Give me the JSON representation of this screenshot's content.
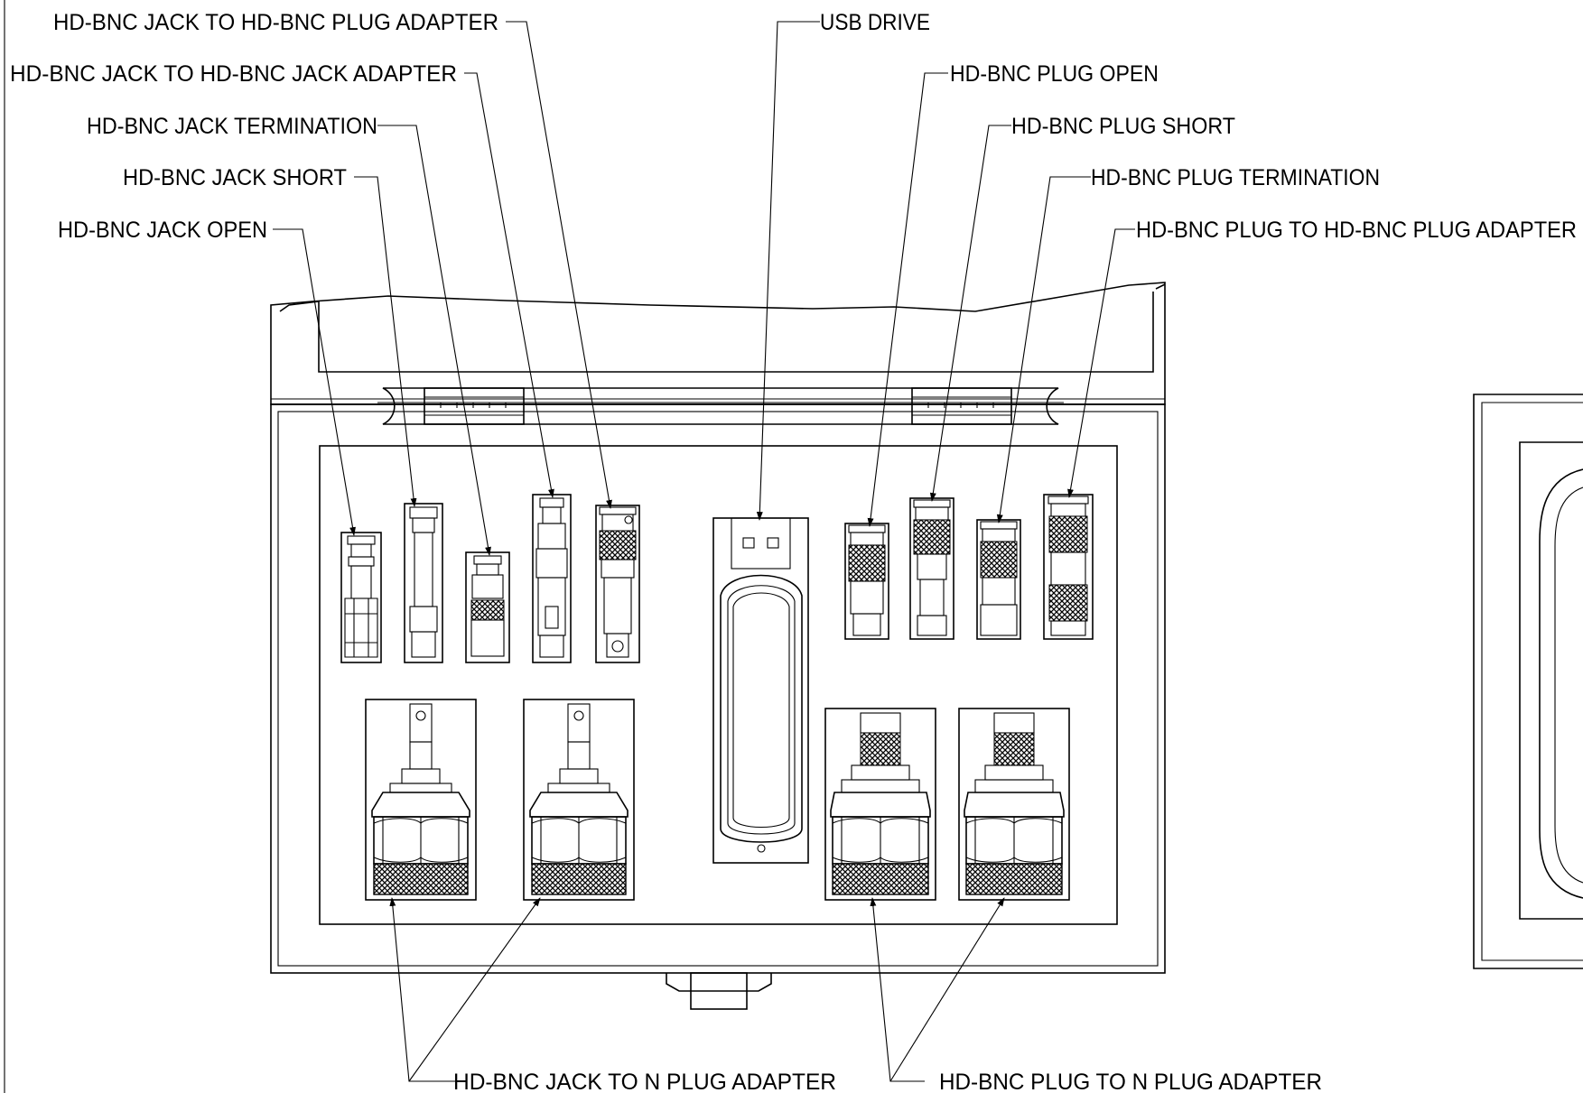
{
  "labels": {
    "jack_to_plug_adapter": "HD-BNC JACK TO HD-BNC PLUG ADAPTER",
    "jack_to_jack_adapter": "HD-BNC JACK TO HD-BNC JACK ADAPTER",
    "jack_termination": "HD-BNC JACK TERMINATION",
    "jack_short": "HD-BNC JACK SHORT",
    "jack_open": "HD-BNC JACK OPEN",
    "usb_drive": "USB DRIVE",
    "plug_open": "HD-BNC PLUG OPEN",
    "plug_short": "HD-BNC PLUG SHORT",
    "plug_termination": "HD-BNC PLUG TERMINATION",
    "plug_to_plug_adapter": "HD-BNC PLUG TO HD-BNC PLUG ADAPTER",
    "jack_to_n_plug_adapter": "HD-BNC JACK TO N PLUG ADAPTER",
    "plug_to_n_plug_adapter": "HD-BNC PLUG TO N PLUG ADAPTER"
  }
}
